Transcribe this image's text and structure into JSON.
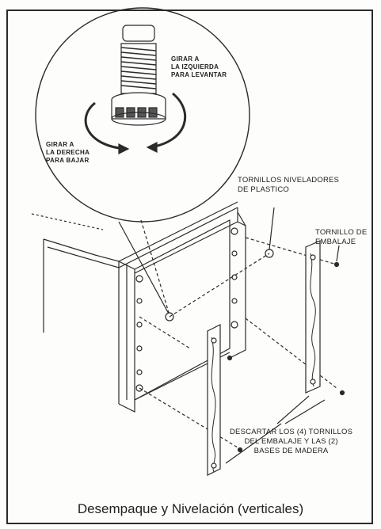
{
  "labels": {
    "raise_line1": "GIRAR A",
    "raise_line2": "LA IZQUIERDA",
    "raise_line3": "PARA LEVANTAR",
    "lower_line1": "GIRAR A",
    "lower_line2": "LA DERECHA",
    "lower_line3": "PARA BAJAR",
    "feet_line1": "TORNILLOS NIVELADORES",
    "feet_line2": "DE PLASTICO",
    "bolt_line1": "TORNILLO DE",
    "bolt_line2": "EMBALAJE",
    "discard_line1": "DESCARTAR LOS (4) TORNILLOS",
    "discard_line2": "DEL EMBALAJE Y LAS (2)",
    "discard_line3": "BASES DE MADERA"
  },
  "caption": "Desempaque y Nivelación (verticales)",
  "colors": {
    "ink": "#2b2b2b",
    "paper": "#fdfdfb"
  }
}
